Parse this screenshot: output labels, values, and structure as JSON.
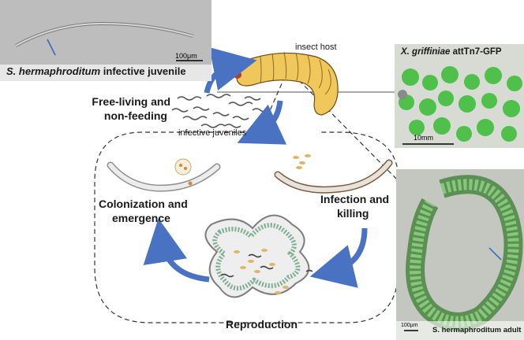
{
  "panels": {
    "juvenile_photo": {
      "caption_species": "S. hermaphroditum",
      "caption_rest": " infective juvenile",
      "scale": "100μm"
    },
    "plate_photo": {
      "caption_species": "X. griffiniae",
      "caption_rest": " attTn7-GFP",
      "scale": "10mm"
    },
    "adult_photo": {
      "caption": "S. hermaphroditum adult",
      "scale": "100μm"
    }
  },
  "labels": {
    "insect_host": "insect host",
    "free_living_line1": "Free-living and",
    "free_living_line2": "non-feeding",
    "infective_juveniles": "infective juveniles",
    "colonization_line1": "Colonization and",
    "colonization_line2": "emergence",
    "infection_line1": "Infection and",
    "infection_line2": "killing",
    "reproduction": "Reproduction"
  },
  "colors": {
    "arrow": "#4a72c2",
    "gfp": "#4fc04a",
    "larva": "#f0c75a",
    "gut_green": "#8fb8a0"
  }
}
